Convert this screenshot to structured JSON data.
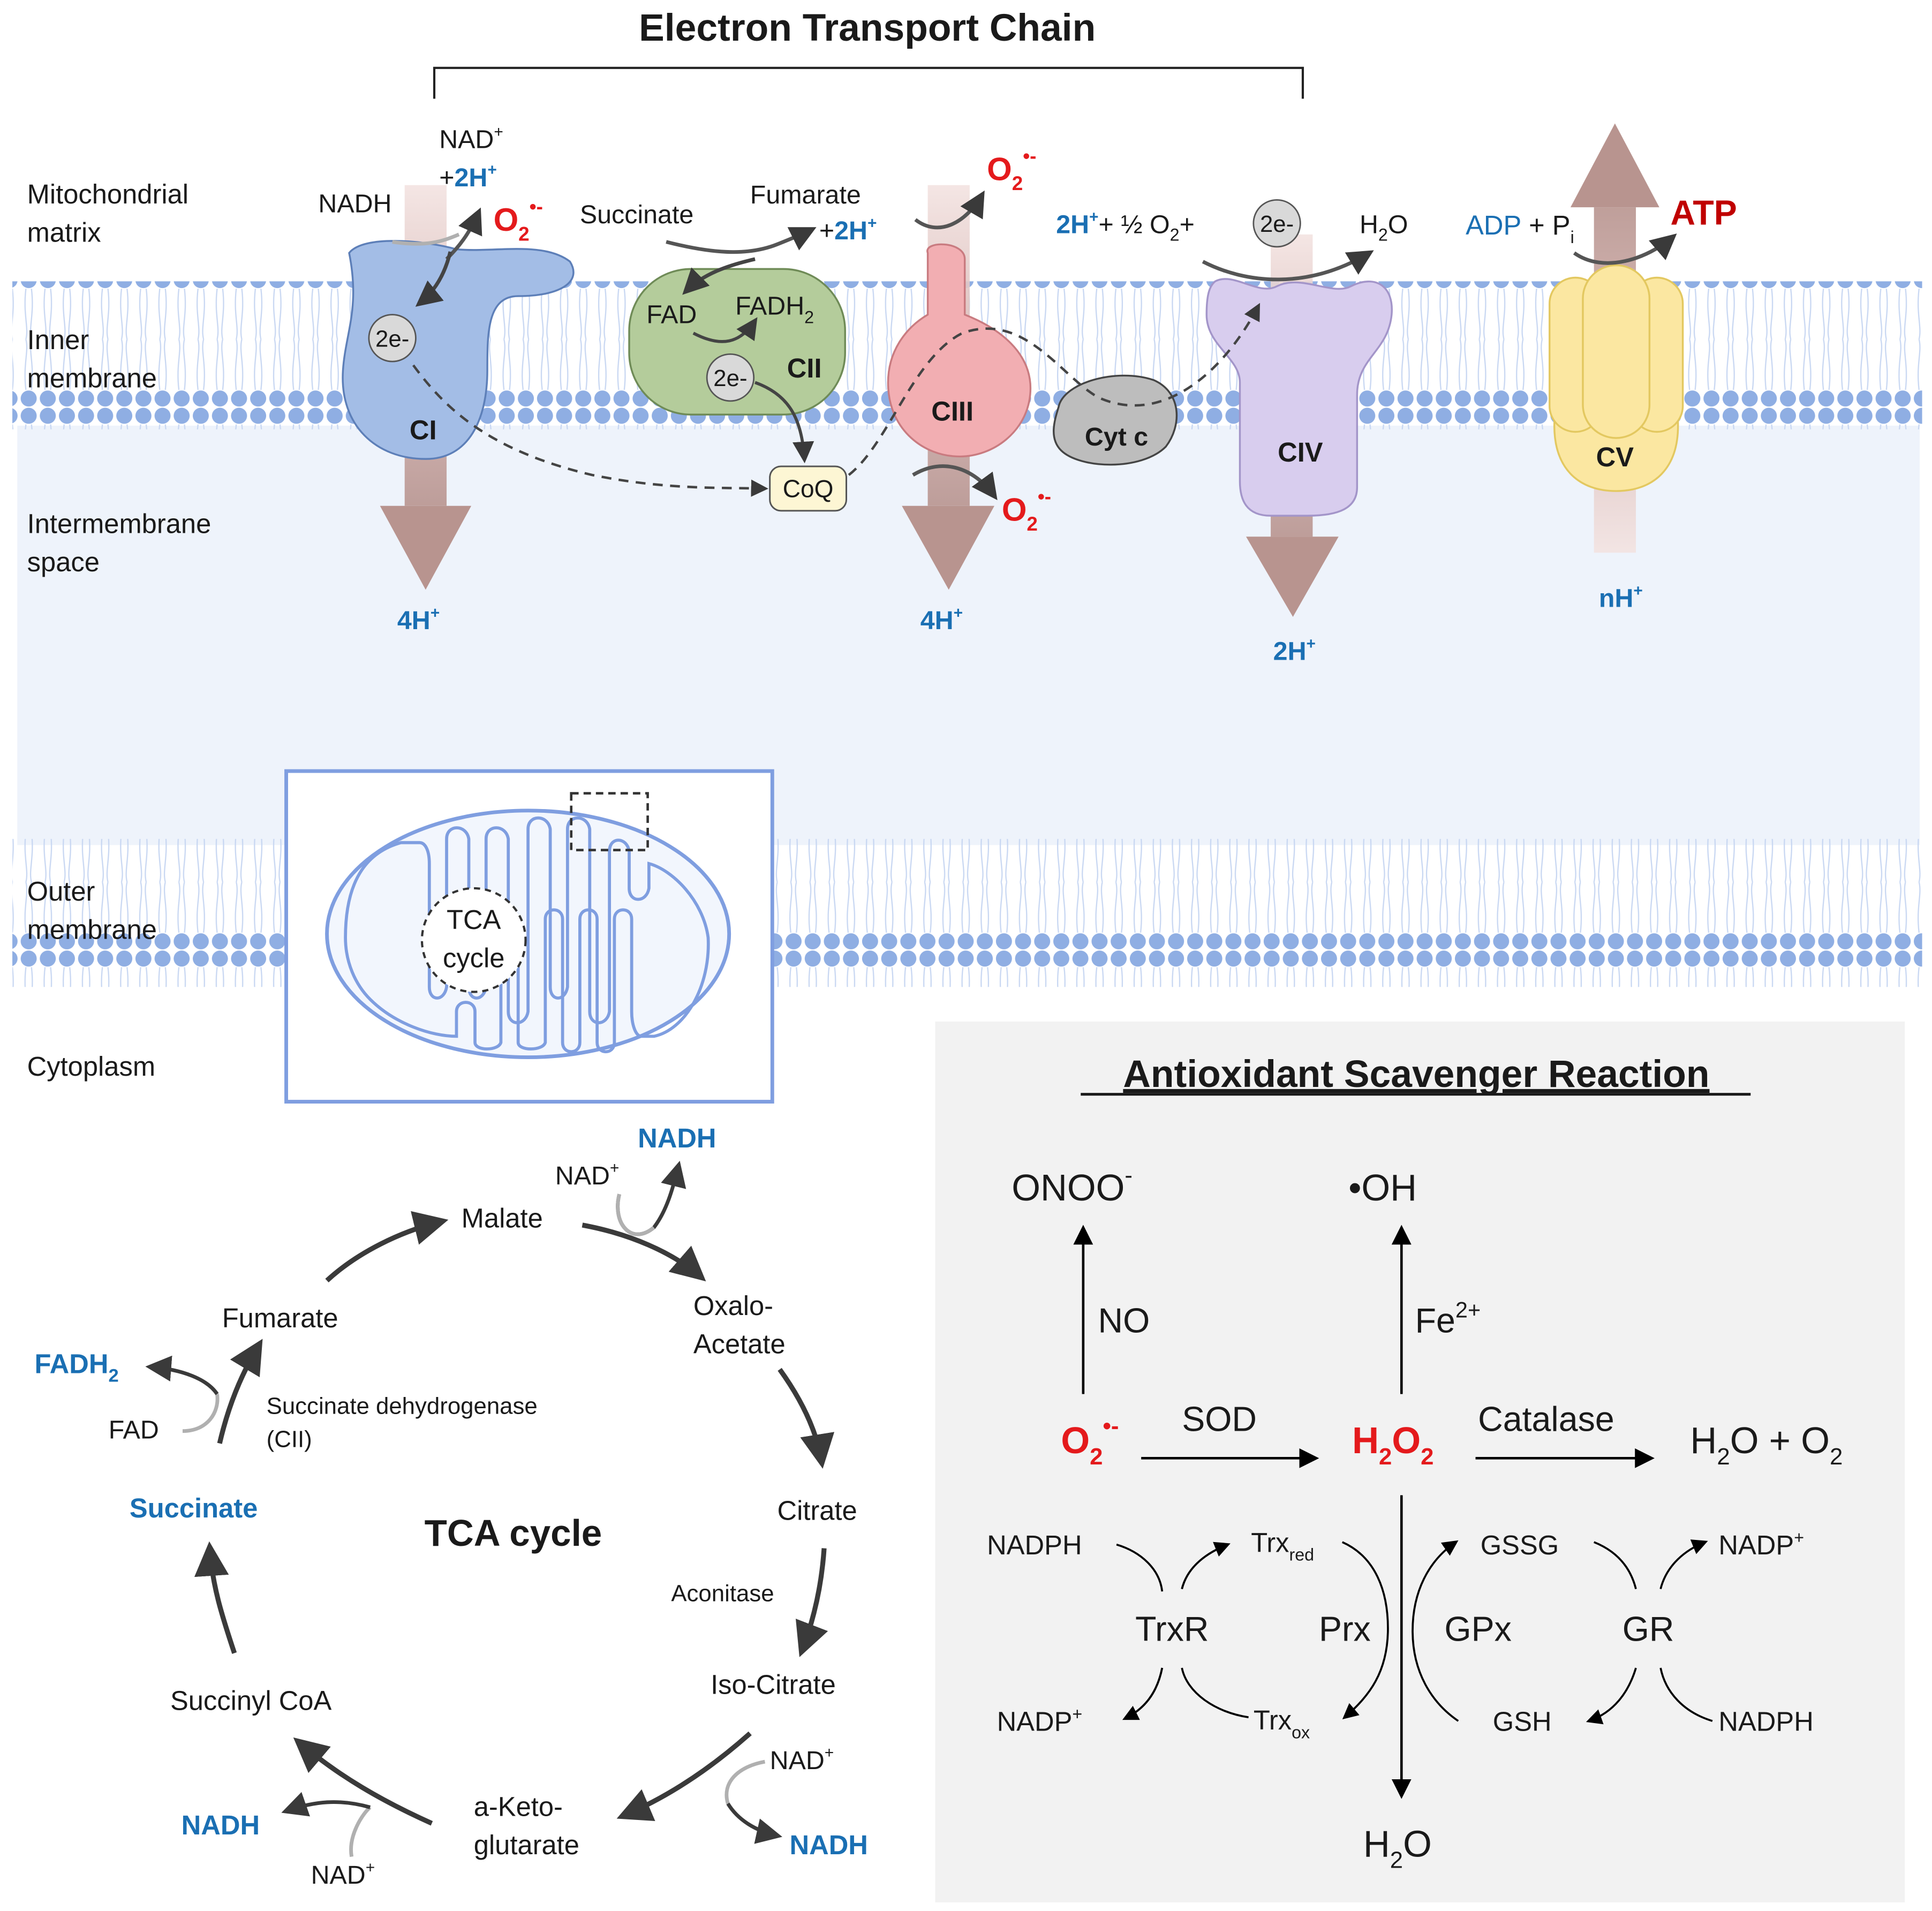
{
  "etc": {
    "title": "Electron Transport Chain",
    "regions": {
      "matrix": [
        "Mitochondrial",
        "matrix"
      ],
      "inner": [
        "Inner",
        "membrane"
      ],
      "ims": [
        "Intermembrane",
        "space"
      ],
      "outer": [
        "Outer",
        "membrane"
      ],
      "cytoplasm": "Cytoplasm"
    },
    "complexes": {
      "c1": "CI",
      "c2": "CII",
      "c3": "CIII",
      "c4": "CIV",
      "c5": "CV",
      "cytc": "Cyt c",
      "coq": "CoQ",
      "two_e": "2e-"
    },
    "labels": {
      "nadh": "NADH",
      "nad": "NAD",
      "plus": "+",
      "two_h": "2H",
      "sup_plus": "+",
      "o2": "O",
      "sub2": "2",
      "sup_rad": "•-",
      "succinate": "Succinate",
      "fumarate": "Fumarate",
      "fad": "FAD",
      "fadh": "FADH",
      "c4_reaction_a": "+ ½ O",
      "c4_reaction_b": "+",
      "h2o_h": "H",
      "h2o_o": "O",
      "adp": "ADP",
      "pi_plus": "+ P",
      "pi_sub": "i",
      "atp": "ATP",
      "four_h": "4H",
      "nh": "nH",
      "tca_inset": [
        "TCA",
        "cycle"
      ]
    }
  },
  "tca": {
    "title": "TCA cycle",
    "metabolites": {
      "malate": "Malate",
      "oxaloacetate": [
        "Oxalo-",
        "Acetate"
      ],
      "citrate": "Citrate",
      "isocitrate": "Iso-Citrate",
      "ketoglutarate": [
        "a-Keto-",
        "glutarate"
      ],
      "succinyl_coa": "Succinyl CoA",
      "succinate": "Succinate",
      "fumarate": "Fumarate"
    },
    "enzymes": {
      "aconitase": "Aconitase",
      "sdh": [
        "Succinate dehydrogenase",
        "(CII)"
      ]
    },
    "cofactors": {
      "nad": "NAD",
      "nadh": "NADH",
      "fad": "FAD",
      "fadh": "FADH",
      "sup_plus": "+",
      "sub2": "2"
    }
  },
  "antioxidant": {
    "title": "Antioxidant Scavenger Reaction",
    "species": {
      "onoo": "ONOO",
      "onoo_sup": "-",
      "oh": "•OH",
      "no": "NO",
      "fe": "Fe",
      "fe_sup": "2+",
      "o2": "O",
      "o2_sub": "2",
      "o2_sup": "•-",
      "sod": "SOD",
      "h2o2_h": "H",
      "h2o2_o": "O",
      "sub2": "2",
      "catalase": "Catalase",
      "products_a": "H",
      "products_b": "O + O",
      "h2o_bottom_h": "H",
      "h2o_bottom_o": "O"
    },
    "enzymes": {
      "trxr": "TrxR",
      "prx": "Prx",
      "gpx": "GPx",
      "gr": "GR"
    },
    "cofactors": {
      "nadph": "NADPH",
      "nadp": "NADP",
      "sup_plus": "+",
      "trx": "Trx",
      "red": "red",
      "ox": "ox",
      "gssg": "GSSG",
      "gsh": "GSH"
    }
  }
}
